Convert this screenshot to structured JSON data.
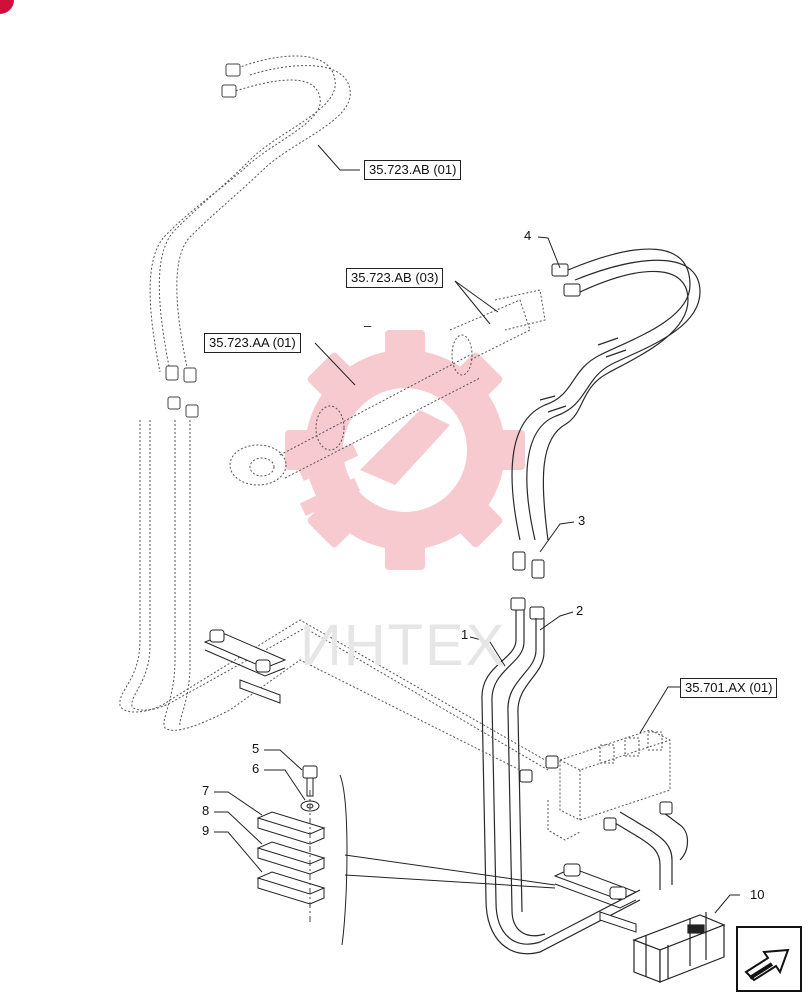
{
  "watermark": {
    "text": "ИНТЕХ",
    "gear_color": "#f2a0a8"
  },
  "ref_labels": [
    {
      "id": "ab01",
      "text": "35.723.AB (01)"
    },
    {
      "id": "ab03",
      "text": "35.723.AB (03)"
    },
    {
      "id": "aa01",
      "text": "35.723.AA (01)"
    },
    {
      "id": "ax01",
      "text": "35.701.AX (01)"
    }
  ],
  "callouts": [
    "1",
    "2",
    "3",
    "4",
    "5",
    "6",
    "7",
    "8",
    "9",
    "10"
  ],
  "dash_mark": "–",
  "colors": {
    "line": "#2a2a2a",
    "ghost": "#555555",
    "accent": "#d0103a"
  },
  "icons": {
    "nav": "next-page-arrow-icon",
    "kit": "kit-box-icon"
  }
}
